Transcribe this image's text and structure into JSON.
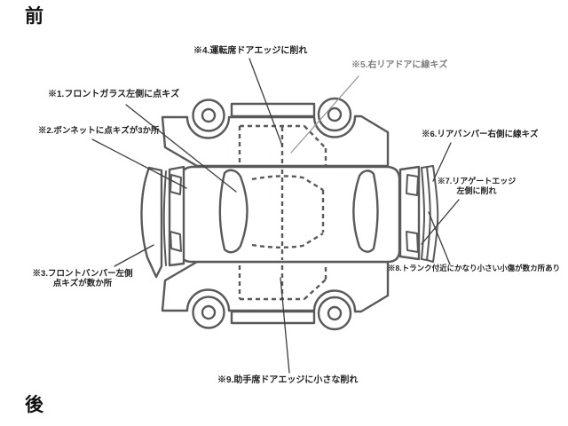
{
  "orientation": {
    "front": "前",
    "rear": "後"
  },
  "colors": {
    "background": "#ffffff",
    "car_outline": "#58595b",
    "label_text": "#1f1f1f",
    "muted_label_text": "#7d7d7d",
    "leader_line": "#3c3c3c"
  },
  "annotations": [
    {
      "id": "1",
      "text": "※1.フロントガラス左側に点キズ"
    },
    {
      "id": "2",
      "text": "※2.ボンネットに点キズが3か所"
    },
    {
      "id": "3",
      "line1": "※3.フロントバンパー左側",
      "line2": "点キズが数か所"
    },
    {
      "id": "4",
      "text": "※4.運転席ドアエッジに削れ"
    },
    {
      "id": "5",
      "text": "※5.右リアドアに線キズ"
    },
    {
      "id": "6",
      "text": "※6.リアバンパー右側に線キズ"
    },
    {
      "id": "7",
      "line1": "※7.リアゲートエッジ",
      "line2": "左側に削れ"
    },
    {
      "id": "8",
      "text": "※8.トランク付近にかなり小さい小傷が数カ所あり"
    },
    {
      "id": "9",
      "text": "※9.助手席ドアエッジに小さな削れ"
    }
  ]
}
